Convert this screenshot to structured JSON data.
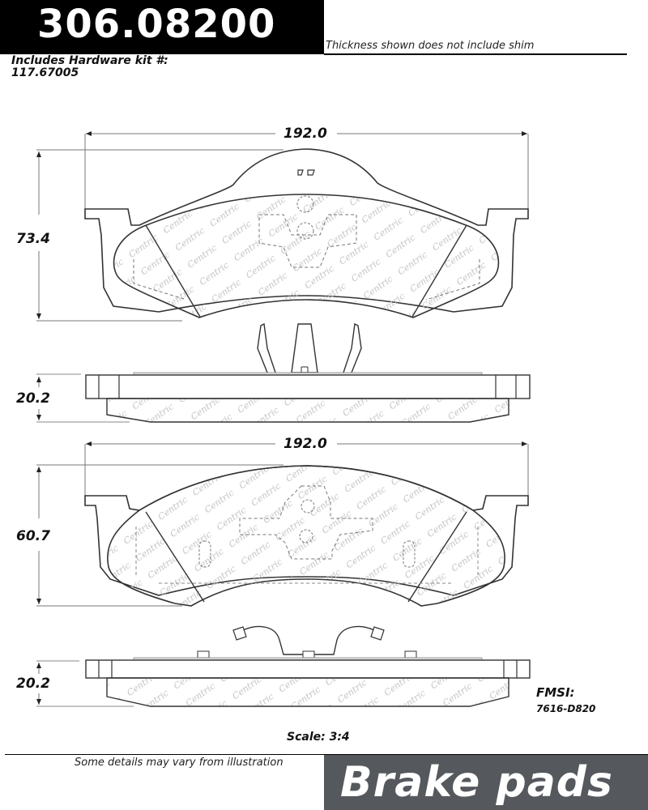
{
  "header": {
    "part_number": "306.08200",
    "thickness_note": "Thickness shown does not include shim",
    "hardware_kit_label": "Includes Hardware kit #:",
    "hardware_kit_number": "117.67005"
  },
  "outer_pad": {
    "width_dim": "192.0",
    "height_dim": "73.4",
    "thickness_dim": "20.2",
    "watermark": "Centric"
  },
  "inner_pad": {
    "width_dim": "192.0",
    "height_dim": "60.7",
    "thickness_dim": "20.2",
    "watermark": "Centric"
  },
  "fmsi": {
    "label": "FMSI:",
    "value": "7616-D820"
  },
  "footer": {
    "scale": "Scale: 3:4",
    "disclaimer": "Some details may vary from illustration",
    "category": "Brake pads"
  },
  "colors": {
    "header_bg": "#000000",
    "footer_bg": "#55585d",
    "line": "#333333",
    "watermark": "#c8c8c8"
  }
}
